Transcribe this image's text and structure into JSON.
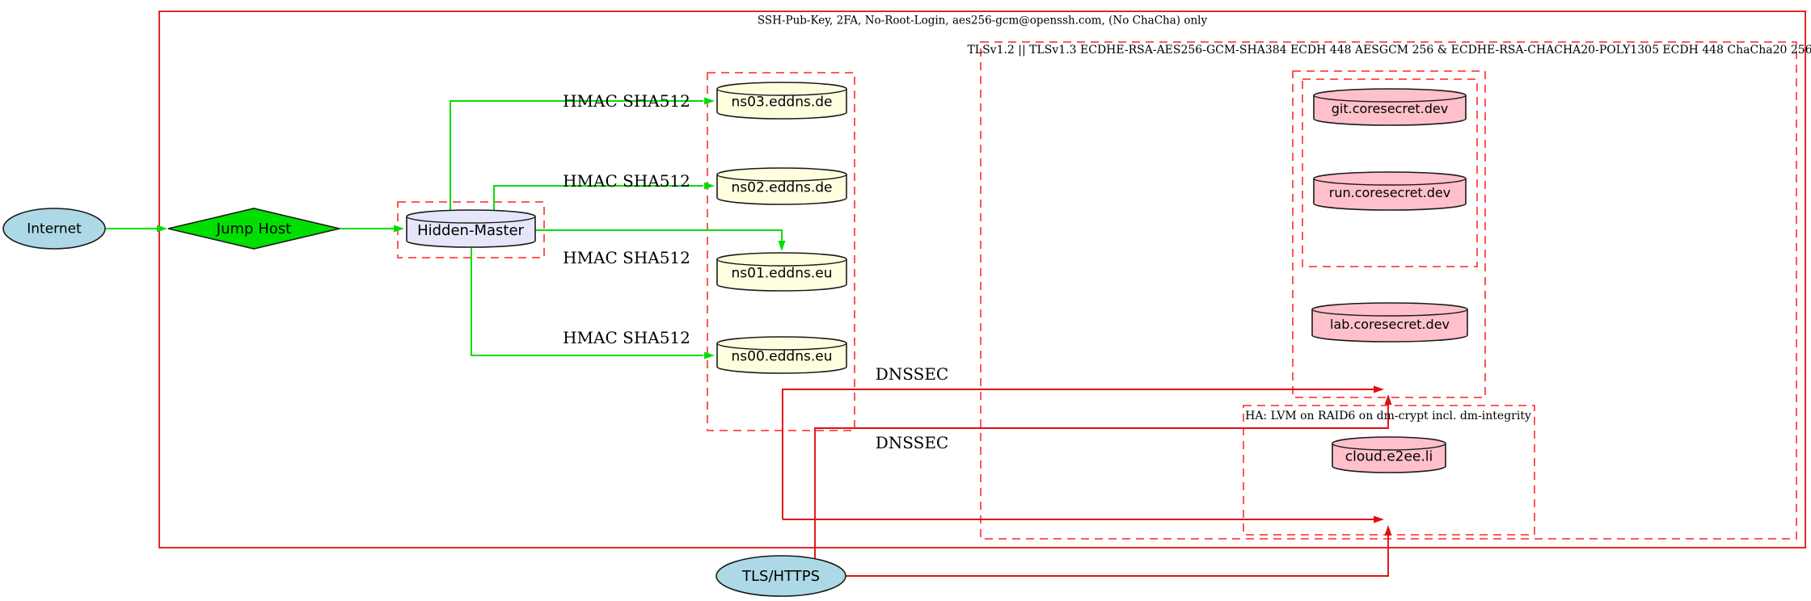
{
  "colors": {
    "node_internet_fill": "#ADD8E6",
    "node_jump_fill": "#00DF00",
    "node_master_fill": "#E6E6FA",
    "node_dns_fill": "#FFFFE0",
    "node_service_fill": "#FFC0CB",
    "edge_secure_green": "#00DD00",
    "edge_tls_red": "#E01010",
    "cluster_border_red": "#FF4343"
  },
  "clusters": {
    "ssh": {
      "label": "SSH-Pub-Key, 2FA, No-Root-Login, aes256-gcm@openssh.com, (No ChaCha) only"
    },
    "tls": {
      "label": "TLSv1.2 || TLSv1.3 ECDHE-RSA-AES256-GCM-SHA384 ECDH 448 AESGCM 256 & ECDHE-RSA-CHACHA20-POLY1305 ECDH 448 ChaCha20 256"
    },
    "ha": {
      "label": "HA: LVM on RAID6 on dm-crypt incl. dm-integrity"
    }
  },
  "nodes": {
    "internet": {
      "label": "Internet"
    },
    "jump_host": {
      "label": "Jump Host"
    },
    "hidden_master": {
      "label": "Hidden-Master"
    },
    "ns03": {
      "label": "ns03.eddns.de"
    },
    "ns02": {
      "label": "ns02.eddns.de"
    },
    "ns01": {
      "label": "ns01.eddns.eu"
    },
    "ns00": {
      "label": "ns00.eddns.eu"
    },
    "git": {
      "label": "git.coresecret.dev"
    },
    "run": {
      "label": "run.coresecret.dev"
    },
    "lab": {
      "label": "lab.coresecret.dev"
    },
    "cloud": {
      "label": "cloud.e2ee.li"
    },
    "tls_https": {
      "label": "TLS/HTTPS"
    }
  },
  "edge_labels": {
    "hmac_ns03": "HMAC SHA512",
    "hmac_ns02": "HMAC SHA512",
    "hmac_ns01": "HMAC SHA512",
    "hmac_ns00": "HMAC SHA512",
    "dnssec_upper": "DNSSEC",
    "dnssec_lower": "DNSSEC"
  }
}
